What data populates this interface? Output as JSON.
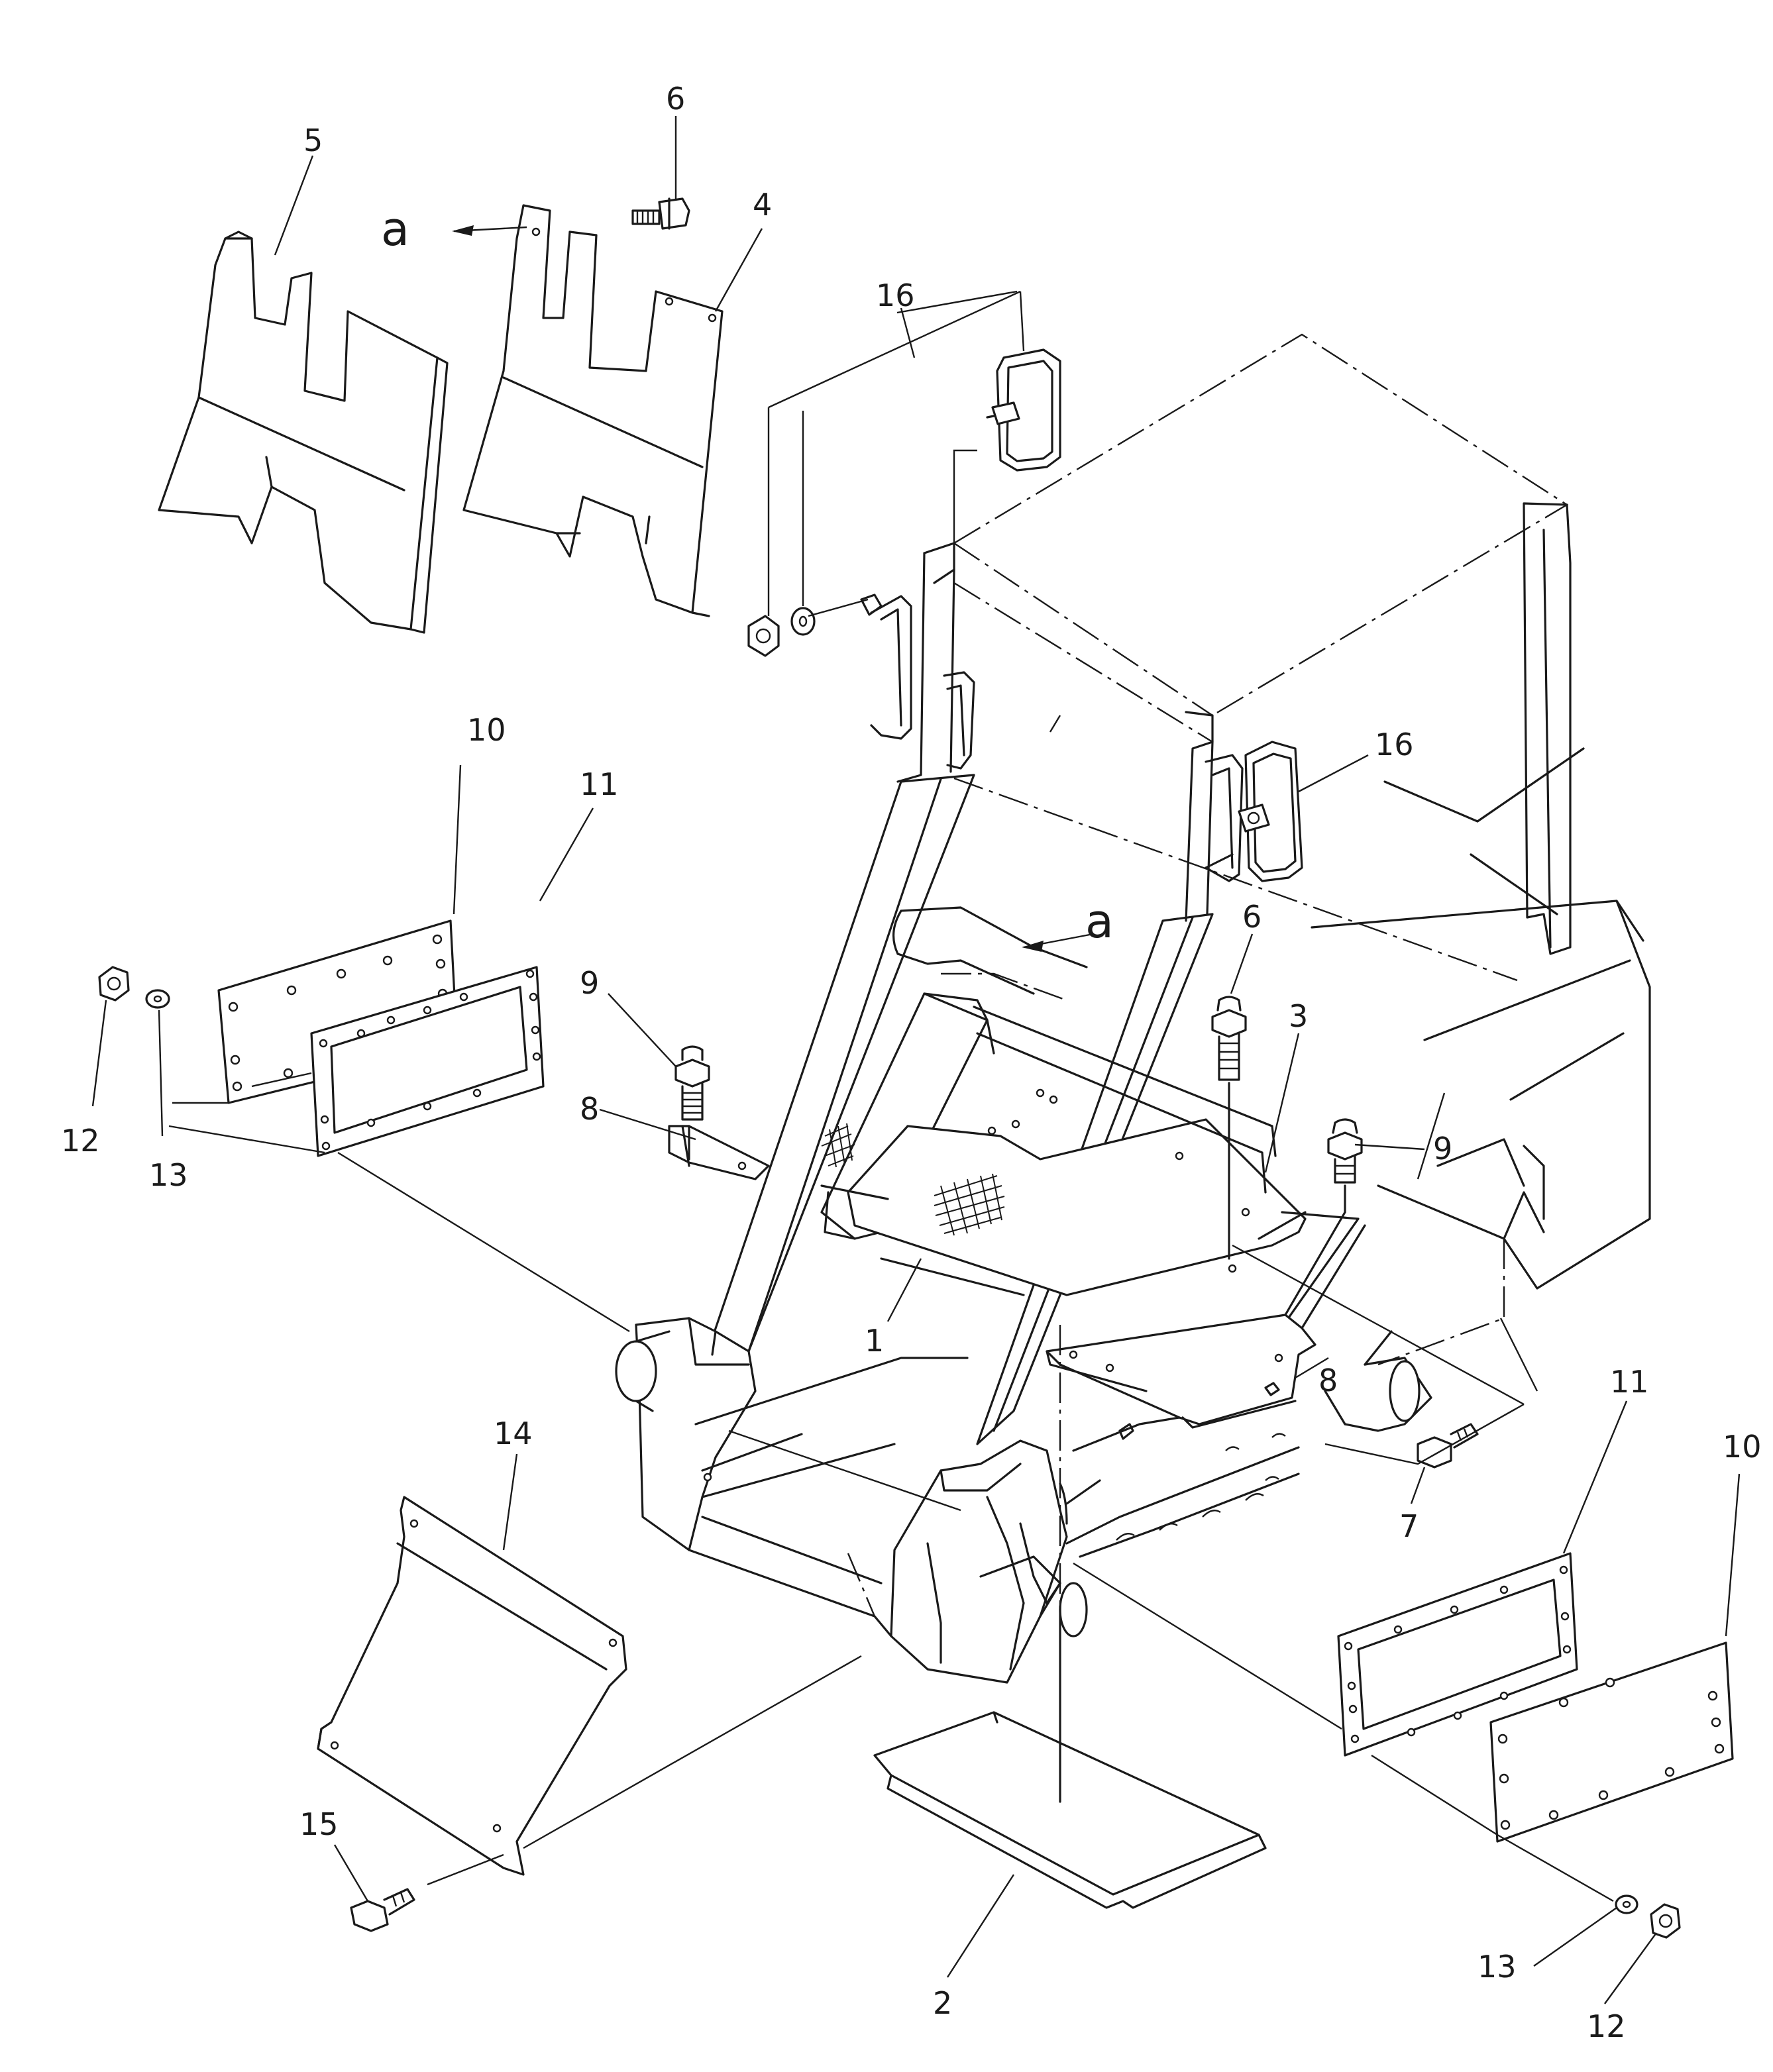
{
  "callouts": {
    "p1": "1",
    "p2": "2",
    "p3": "3",
    "p4": "4",
    "p5": "5",
    "p6_top": "6",
    "p6_mid": "6",
    "p7": "7",
    "p8_left": "8",
    "p8_right": "8",
    "p9_left": "9",
    "p9_right": "9",
    "p10_left": "10",
    "p10_right": "10",
    "p11_left": "11",
    "p11_right": "11",
    "p12_left": "12",
    "p12_right": "12",
    "p13_left": "13",
    "p13_right": "13",
    "p14": "14",
    "p15": "15",
    "p16_top": "16",
    "p16_right": "16",
    "a_top": "a",
    "a_mid": "a"
  }
}
